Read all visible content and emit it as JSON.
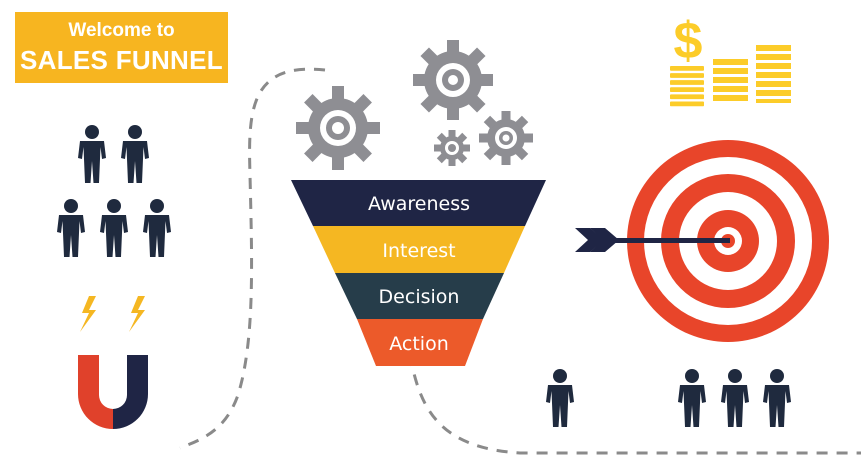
{
  "banner": {
    "line1": "Welcome to",
    "line2": "SALES FUNNEL"
  },
  "funnel": {
    "stages": [
      {
        "label": "Awareness",
        "color": "#1f2545"
      },
      {
        "label": "Interest",
        "color": "#f5b722"
      },
      {
        "label": "Decision",
        "color": "#263d4a"
      },
      {
        "label": "Action",
        "color": "#ec5a2a"
      }
    ]
  },
  "colors": {
    "banner": "#f7b520",
    "gear": "#8e8e93",
    "person": "#1f2a3e",
    "coin": "#fccc29",
    "target_red": "#e8452a",
    "magnet_red": "#e0412b",
    "magnet_dark": "#1f2545",
    "lightning": "#f5b722",
    "path": "#8a8a8a"
  },
  "icons": {
    "dollar": "$",
    "gears": "gear-icon",
    "coins": "coin-stack-icon",
    "target": "target-icon",
    "arrow": "arrow-icon",
    "magnet": "magnet-icon",
    "people": "person-icon"
  }
}
